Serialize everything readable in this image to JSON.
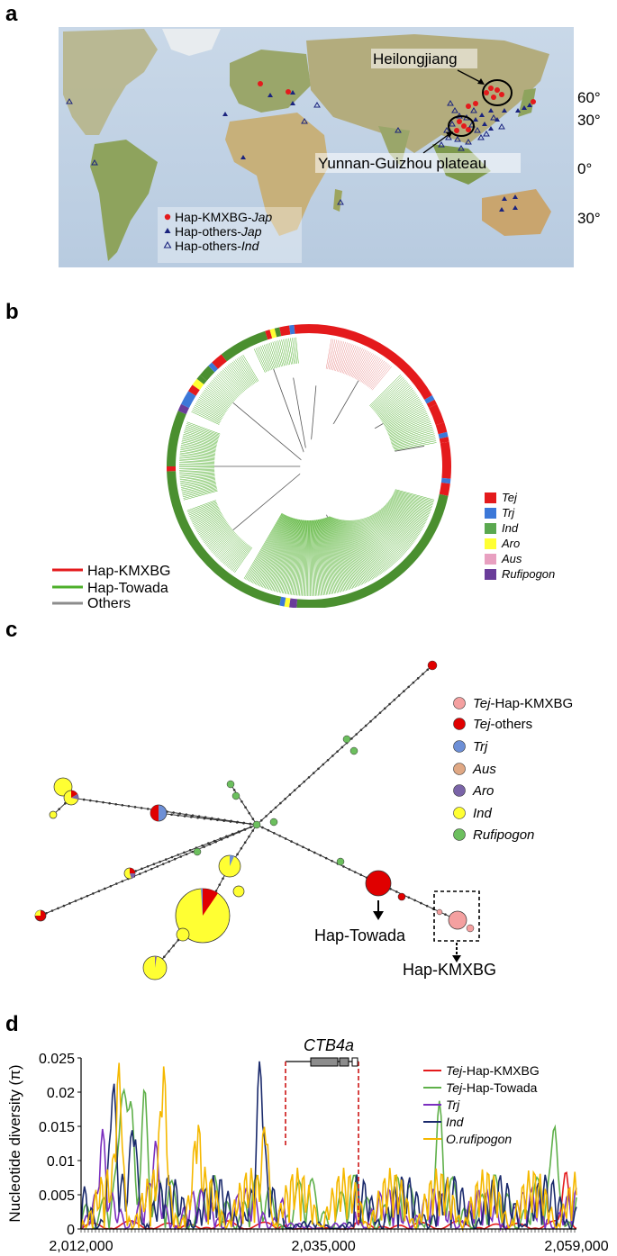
{
  "panels": {
    "a": {
      "letter": "a",
      "labels": {
        "heilongjiang": "Heilongjiang",
        "yunnan": "Yunnan-Guizhou plateau"
      },
      "lat_ticks": [
        "60°",
        "30°",
        "0°",
        "30°"
      ],
      "legend": [
        {
          "prefix": "Hap-KMXBG-",
          "italic": "Jap",
          "marker": "red-circle",
          "color": "#e41a1c"
        },
        {
          "prefix": "Hap-others-",
          "italic": "Jap",
          "marker": "filled-triangle",
          "color": "#1a237e"
        },
        {
          "prefix": "Hap-others-",
          "italic": "Ind",
          "marker": "open-triangle",
          "color": "#1a237e"
        }
      ]
    },
    "b": {
      "letter": "b",
      "line_legend": [
        {
          "label": "Hap-KMXBG",
          "color": "#e41a1c"
        },
        {
          "label": "Hap-Towada",
          "color": "#4daf2a"
        },
        {
          "label": "Others",
          "color": "#8c8c8c"
        }
      ],
      "group_legend": [
        {
          "label": "Tej",
          "color": "#e41a1c"
        },
        {
          "label": "Trj",
          "color": "#3c78d8"
        },
        {
          "label": "Ind",
          "color": "#5aa84f"
        },
        {
          "label": "Aro",
          "color": "#ffff33"
        },
        {
          "label": "Aus",
          "color": "#e8a0c0"
        },
        {
          "label": "Rufipogon",
          "color": "#6a3d9a"
        }
      ]
    },
    "c": {
      "letter": "c",
      "labels": {
        "towada": "Hap-Towada",
        "kmxbg": "Hap-KMXBG"
      },
      "legend": [
        {
          "italic": "Tej",
          "suffix": "-Hap-KMXBG",
          "color": "#f4a0a0"
        },
        {
          "italic": "Tej",
          "suffix": "-others",
          "color": "#e00000"
        },
        {
          "italic": "Trj",
          "suffix": "",
          "color": "#6d8fd6"
        },
        {
          "italic": "Aus",
          "suffix": "",
          "color": "#e0a884"
        },
        {
          "italic": "Aro",
          "suffix": "",
          "color": "#7a64a8"
        },
        {
          "italic": "Ind",
          "suffix": "",
          "color": "#ffff33"
        },
        {
          "italic": "Rufipogon",
          "suffix": "",
          "color": "#6cbf5e"
        }
      ]
    },
    "d": {
      "letter": "d",
      "gene_label": "CTB4a",
      "chart_data": {
        "type": "line",
        "ylabel": "Nucleotide diversity (π)",
        "xlabel": "",
        "xlim": [
          2012000,
          2059000
        ],
        "ylim": [
          0,
          0.025
        ],
        "x_ticks": [
          "2,012,000",
          "2,035,000",
          "2,059,000"
        ],
        "y_ticks": [
          "0",
          "0.005",
          "0.01",
          "0.015",
          "0.02",
          "0.025"
        ],
        "gene_region": [
          2031000,
          2038000
        ],
        "series": [
          {
            "name": "Tej-Hap-KMXBG",
            "italic": "Tej",
            "suffix": "-Hap-KMXBG",
            "color": "#e41a1c"
          },
          {
            "name": "Tej-Hap-Towada",
            "italic": "Tej",
            "suffix": "-Hap-Towada",
            "color": "#5fb04a"
          },
          {
            "name": "Trj",
            "italic": "Trj",
            "suffix": "",
            "color": "#7b2fbf"
          },
          {
            "name": "Ind",
            "italic": "Ind",
            "suffix": "",
            "color": "#1a2a6c"
          },
          {
            "name": "O.rufipogon",
            "italic": "O.rufipogon",
            "suffix": "",
            "color": "#f5b800"
          }
        ]
      }
    }
  }
}
